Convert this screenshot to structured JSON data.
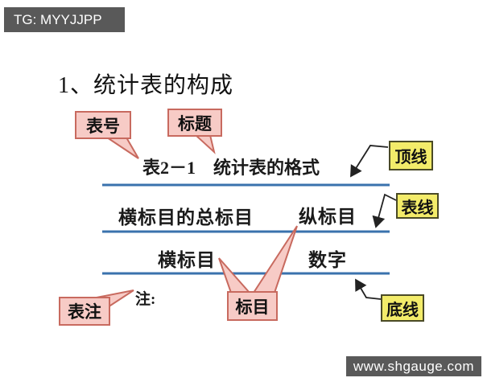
{
  "badges": {
    "top_left": "TG: MYYJJPP",
    "bottom_right": "www.shgauge.com"
  },
  "title": "1、统计表的构成",
  "table": {
    "caption_number": "表2－1",
    "caption_title": "统计表的格式",
    "header_left": "横标目的总标目",
    "header_right": "纵标目",
    "body_left": "横标目",
    "body_right": "数字",
    "note_label": "注:"
  },
  "callouts": {
    "pink": [
      {
        "label": "表号"
      },
      {
        "label": "标题"
      },
      {
        "label": "标目"
      },
      {
        "label": "表注"
      }
    ],
    "yellow": [
      {
        "label": "顶线"
      },
      {
        "label": "表线"
      },
      {
        "label": "底线"
      }
    ]
  },
  "colors": {
    "pink_fill": "#f7cbc6",
    "pink_border": "#c86a5f",
    "yellow_fill": "#f3ec6a",
    "yellow_border": "#4a4a26",
    "rule_blue": "#3a72ad",
    "badge_gray": "#595959",
    "arrow_black": "#222222"
  }
}
